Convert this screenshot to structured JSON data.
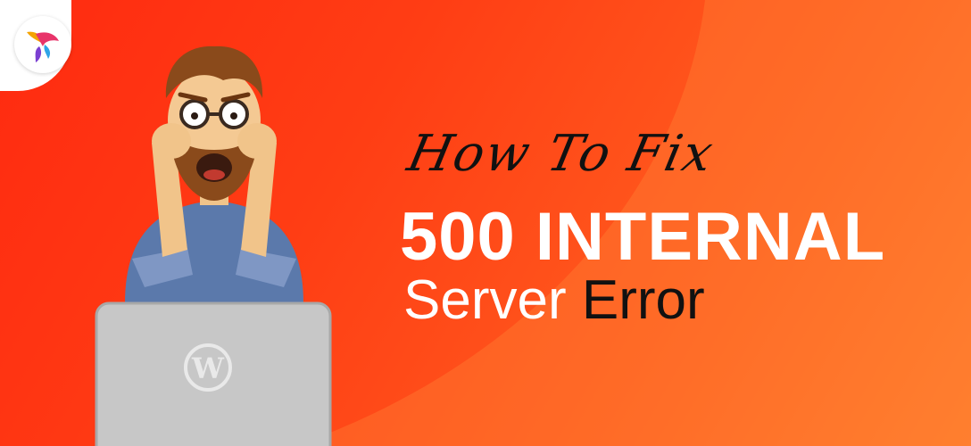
{
  "headline": {
    "line1": "How To Fix",
    "line2": "500 INTERNAL",
    "line3_word1": "Server",
    "line3_word2": "Error"
  },
  "colors": {
    "background": "#ff3d14",
    "headline_dark": "#111111",
    "headline_light": "#ffffff",
    "laptop": "#c7c7c7",
    "shirt": "#5b79ab"
  },
  "icons": {
    "brand_logo": "bird-logo-icon",
    "laptop_logo": "wordpress-logo-icon"
  }
}
